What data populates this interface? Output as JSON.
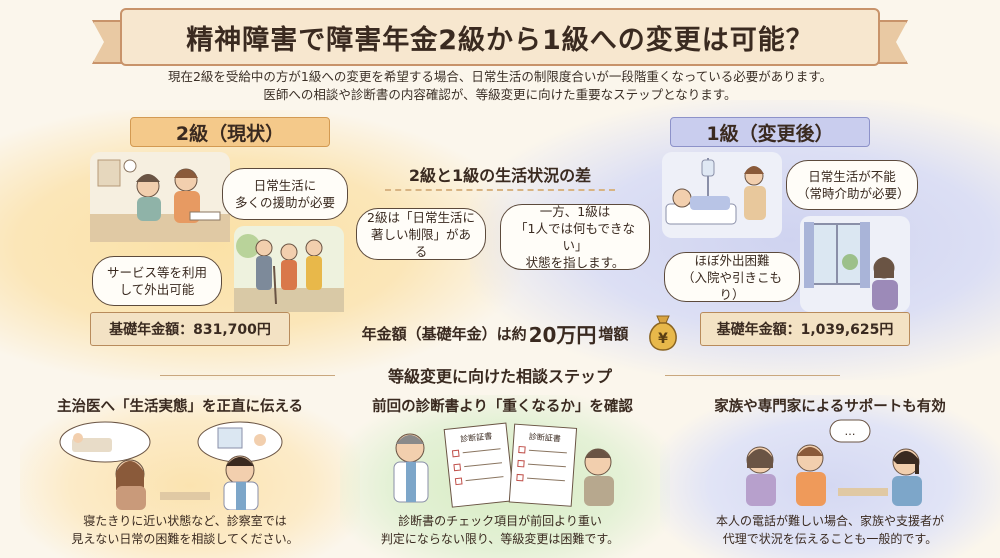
{
  "header": {
    "title": "精神障害で障害年金2級から1級への変更は可能？",
    "subtitle_line1": "現在2級を受給中の方が1級への変更を希望する場合、日常生活の制限度合いが一段階重くなっている必要があります。",
    "subtitle_line2": "医師への相談や診断書の内容確認が、等級変更に向けた重要なステップとなります。"
  },
  "left_panel": {
    "banner": "2級（現状）",
    "bubble_1": [
      "日常生活に",
      "多くの援助が必要"
    ],
    "bubble_2": [
      "サービス等を利用",
      "して外出可能"
    ],
    "amount": "基礎年金額：831,700円"
  },
  "center_panel": {
    "heading": "2級と1級の生活状況の差",
    "bubble_left": [
      "2級は「日常生活に",
      "著しい制限」がある"
    ],
    "bubble_right": [
      "一方、1級は",
      "「1人では何もできない」",
      "状態を指します。"
    ],
    "increase_prefix": "年金額（基礎年金）は約",
    "increase_value": "20万円",
    "increase_suffix": "増額",
    "moneybag_symbol": "¥"
  },
  "right_panel": {
    "banner": "1級（変更後）",
    "bubble_1": [
      "日常生活が不能",
      "（常時介助が必要）"
    ],
    "bubble_2": [
      "ほぼ外出困難",
      "（入院や引きこもり）"
    ],
    "amount": "基礎年金額：1,039,625円"
  },
  "steps": {
    "heading": "等級変更に向けた相談ステップ",
    "cards": [
      {
        "title": "主治医へ「生活実態」を正直に伝える",
        "text_1": "寝たきりに近い状態など、診察室では",
        "text_2": "見えない日常の困難を相談してください。"
      },
      {
        "title": "前回の診断書より「重くなるか」を確認",
        "text_1": "診断書のチェック項目が前回より重い",
        "text_2": "判定にならない限り、等級変更は困難です。",
        "doc_label": "診断証書"
      },
      {
        "title": "家族や専門家によるサポートも有効",
        "text_1": "本人の電話が難しい場合、家族や支援者が",
        "text_2": "代理で状況を伝えることも一般的です。",
        "speech": "…"
      }
    ]
  },
  "colors": {
    "left_accent": "#f4c98a",
    "right_accent": "#c9cdee",
    "ribbon": "#f7e7cf"
  }
}
